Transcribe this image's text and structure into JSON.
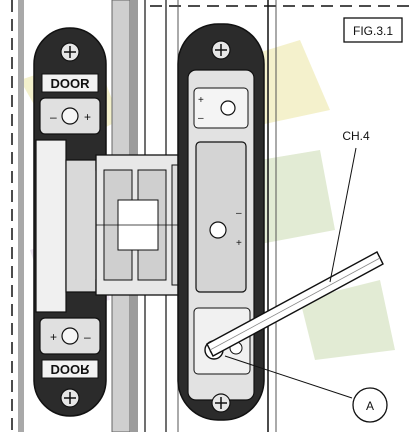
{
  "figure": {
    "fig_label": "FIG.3.1",
    "ch_label": "CH.4",
    "callout_letter": "A"
  },
  "hinge": {
    "top_plate_text": "DOOR",
    "bottom_plate_text": "DOOR",
    "adjust_minus": "–",
    "adjust_plus": "+"
  },
  "colors": {
    "line": "#111111",
    "plate": "#2b2b2b",
    "metal_light": "#d9d9d9",
    "metal_mid": "#bdbdbd",
    "frame_gray": "#a9a9a9",
    "watermark_yellow": "#f3efc6",
    "watermark_green": "#dfe9cf",
    "watermark_purple": "#e9e0ee"
  }
}
